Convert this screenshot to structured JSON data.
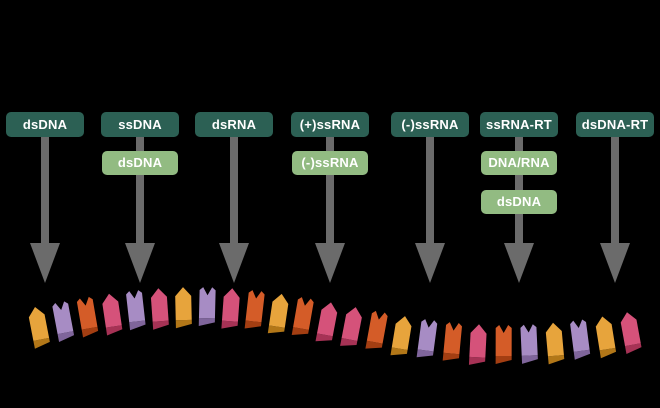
{
  "colors": {
    "background": "#000000",
    "genome_box": "#2C6054",
    "intermediate_box": "#92BB82",
    "box_text": "#FFFFFF",
    "arrow": "#6B6B6B",
    "nucleotides": {
      "orange": {
        "fill": "#E7A43C",
        "shade": "#B27718"
      },
      "purple": {
        "fill": "#A78CC4",
        "shade": "#7F659B"
      },
      "dark_orange": {
        "fill": "#D45C28",
        "shade": "#A33E12"
      },
      "pink": {
        "fill": "#D5527A",
        "shade": "#A63255"
      }
    }
  },
  "columns": [
    {
      "label": "dsDNA",
      "sub": []
    },
    {
      "label": "ssDNA",
      "sub": [
        "dsDNA"
      ]
    },
    {
      "label": "dsRNA",
      "sub": []
    },
    {
      "label": "(+)ssRNA",
      "sub": [
        "(-)ssRNA"
      ]
    },
    {
      "label": "(-)ssRNA",
      "sub": []
    },
    {
      "label": "ssRNA-RT",
      "sub": [
        "DNA/RNA",
        "dsDNA"
      ]
    },
    {
      "label": "dsDNA-RT",
      "sub": []
    }
  ],
  "strand": {
    "sequence": [
      {
        "shape": "house",
        "color": "orange"
      },
      {
        "shape": "notch",
        "color": "purple"
      },
      {
        "shape": "notch",
        "color": "dark_orange"
      },
      {
        "shape": "house",
        "color": "pink"
      },
      {
        "shape": "notch",
        "color": "purple"
      },
      {
        "shape": "house",
        "color": "pink"
      },
      {
        "shape": "house",
        "color": "orange"
      },
      {
        "shape": "notch",
        "color": "purple"
      },
      {
        "shape": "house",
        "color": "pink"
      },
      {
        "shape": "notch",
        "color": "dark_orange"
      },
      {
        "shape": "house",
        "color": "orange"
      },
      {
        "shape": "notch",
        "color": "dark_orange"
      },
      {
        "shape": "house",
        "color": "pink"
      },
      {
        "shape": "house",
        "color": "pink"
      },
      {
        "shape": "notch",
        "color": "dark_orange"
      },
      {
        "shape": "house",
        "color": "orange"
      },
      {
        "shape": "notch",
        "color": "purple"
      },
      {
        "shape": "notch",
        "color": "dark_orange"
      },
      {
        "shape": "house",
        "color": "pink"
      },
      {
        "shape": "notch",
        "color": "dark_orange"
      },
      {
        "shape": "notch",
        "color": "purple"
      },
      {
        "shape": "house",
        "color": "orange"
      },
      {
        "shape": "notch",
        "color": "purple"
      },
      {
        "shape": "house",
        "color": "orange"
      },
      {
        "shape": "house",
        "color": "pink"
      }
    ]
  }
}
